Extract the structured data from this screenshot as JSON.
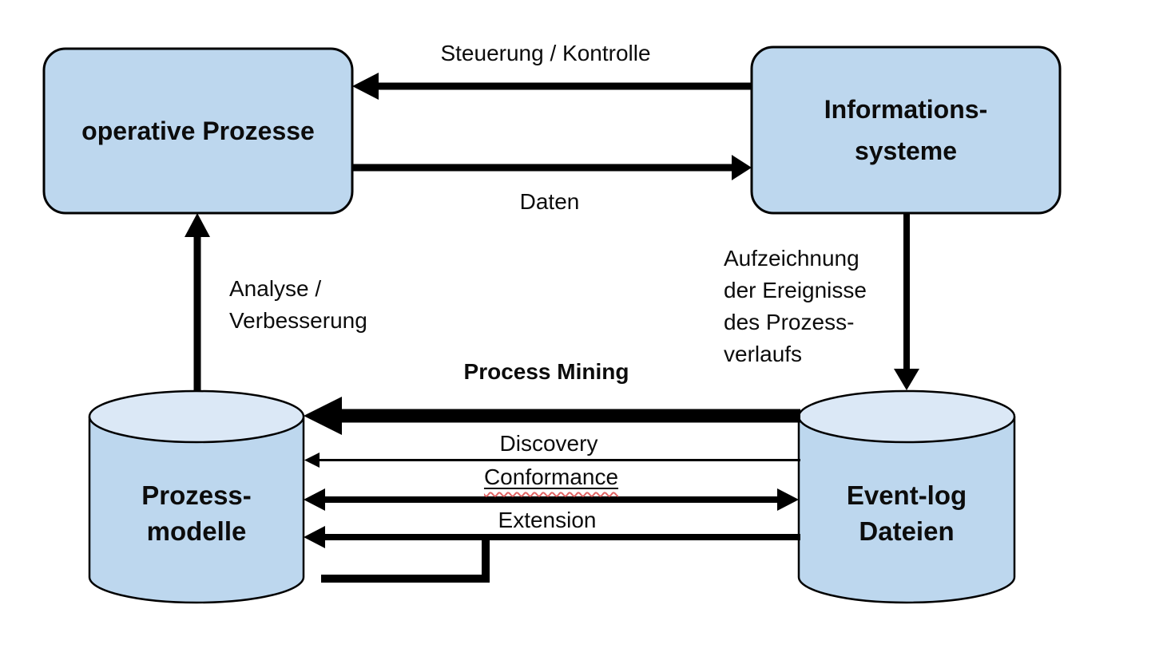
{
  "nodes": {
    "operative_prozesse": {
      "label": "operative Prozesse"
    },
    "informationssysteme": {
      "lines": [
        "Informations-",
        "systeme"
      ]
    },
    "prozessmodelle": {
      "lines": [
        "Prozess-",
        "modelle"
      ]
    },
    "eventlog_dateien": {
      "lines": [
        "Event-log",
        "Dateien"
      ]
    }
  },
  "edges": {
    "steuerung": {
      "label": "Steuerung / Kontrolle"
    },
    "daten": {
      "label": "Daten"
    },
    "analyse": {
      "lines": [
        "Analyse /",
        "Verbesserung"
      ]
    },
    "aufzeichnung": {
      "lines": [
        "Aufzeichnung",
        "der Ereignisse",
        "des Prozess-",
        "verlaufs"
      ]
    },
    "process_mining": {
      "label": "Process Mining"
    },
    "discovery": {
      "label": "Discovery"
    },
    "conformance": {
      "label": "Conformance"
    },
    "extension": {
      "label": "Extension"
    }
  },
  "colors": {
    "background": "#ffffff",
    "node_fill": "#bdd7ee",
    "cylinder_top_fill": "#dbe8f6",
    "outline": "#000000",
    "arrow": "#000000",
    "spellcheck_underline": "#e06666"
  }
}
